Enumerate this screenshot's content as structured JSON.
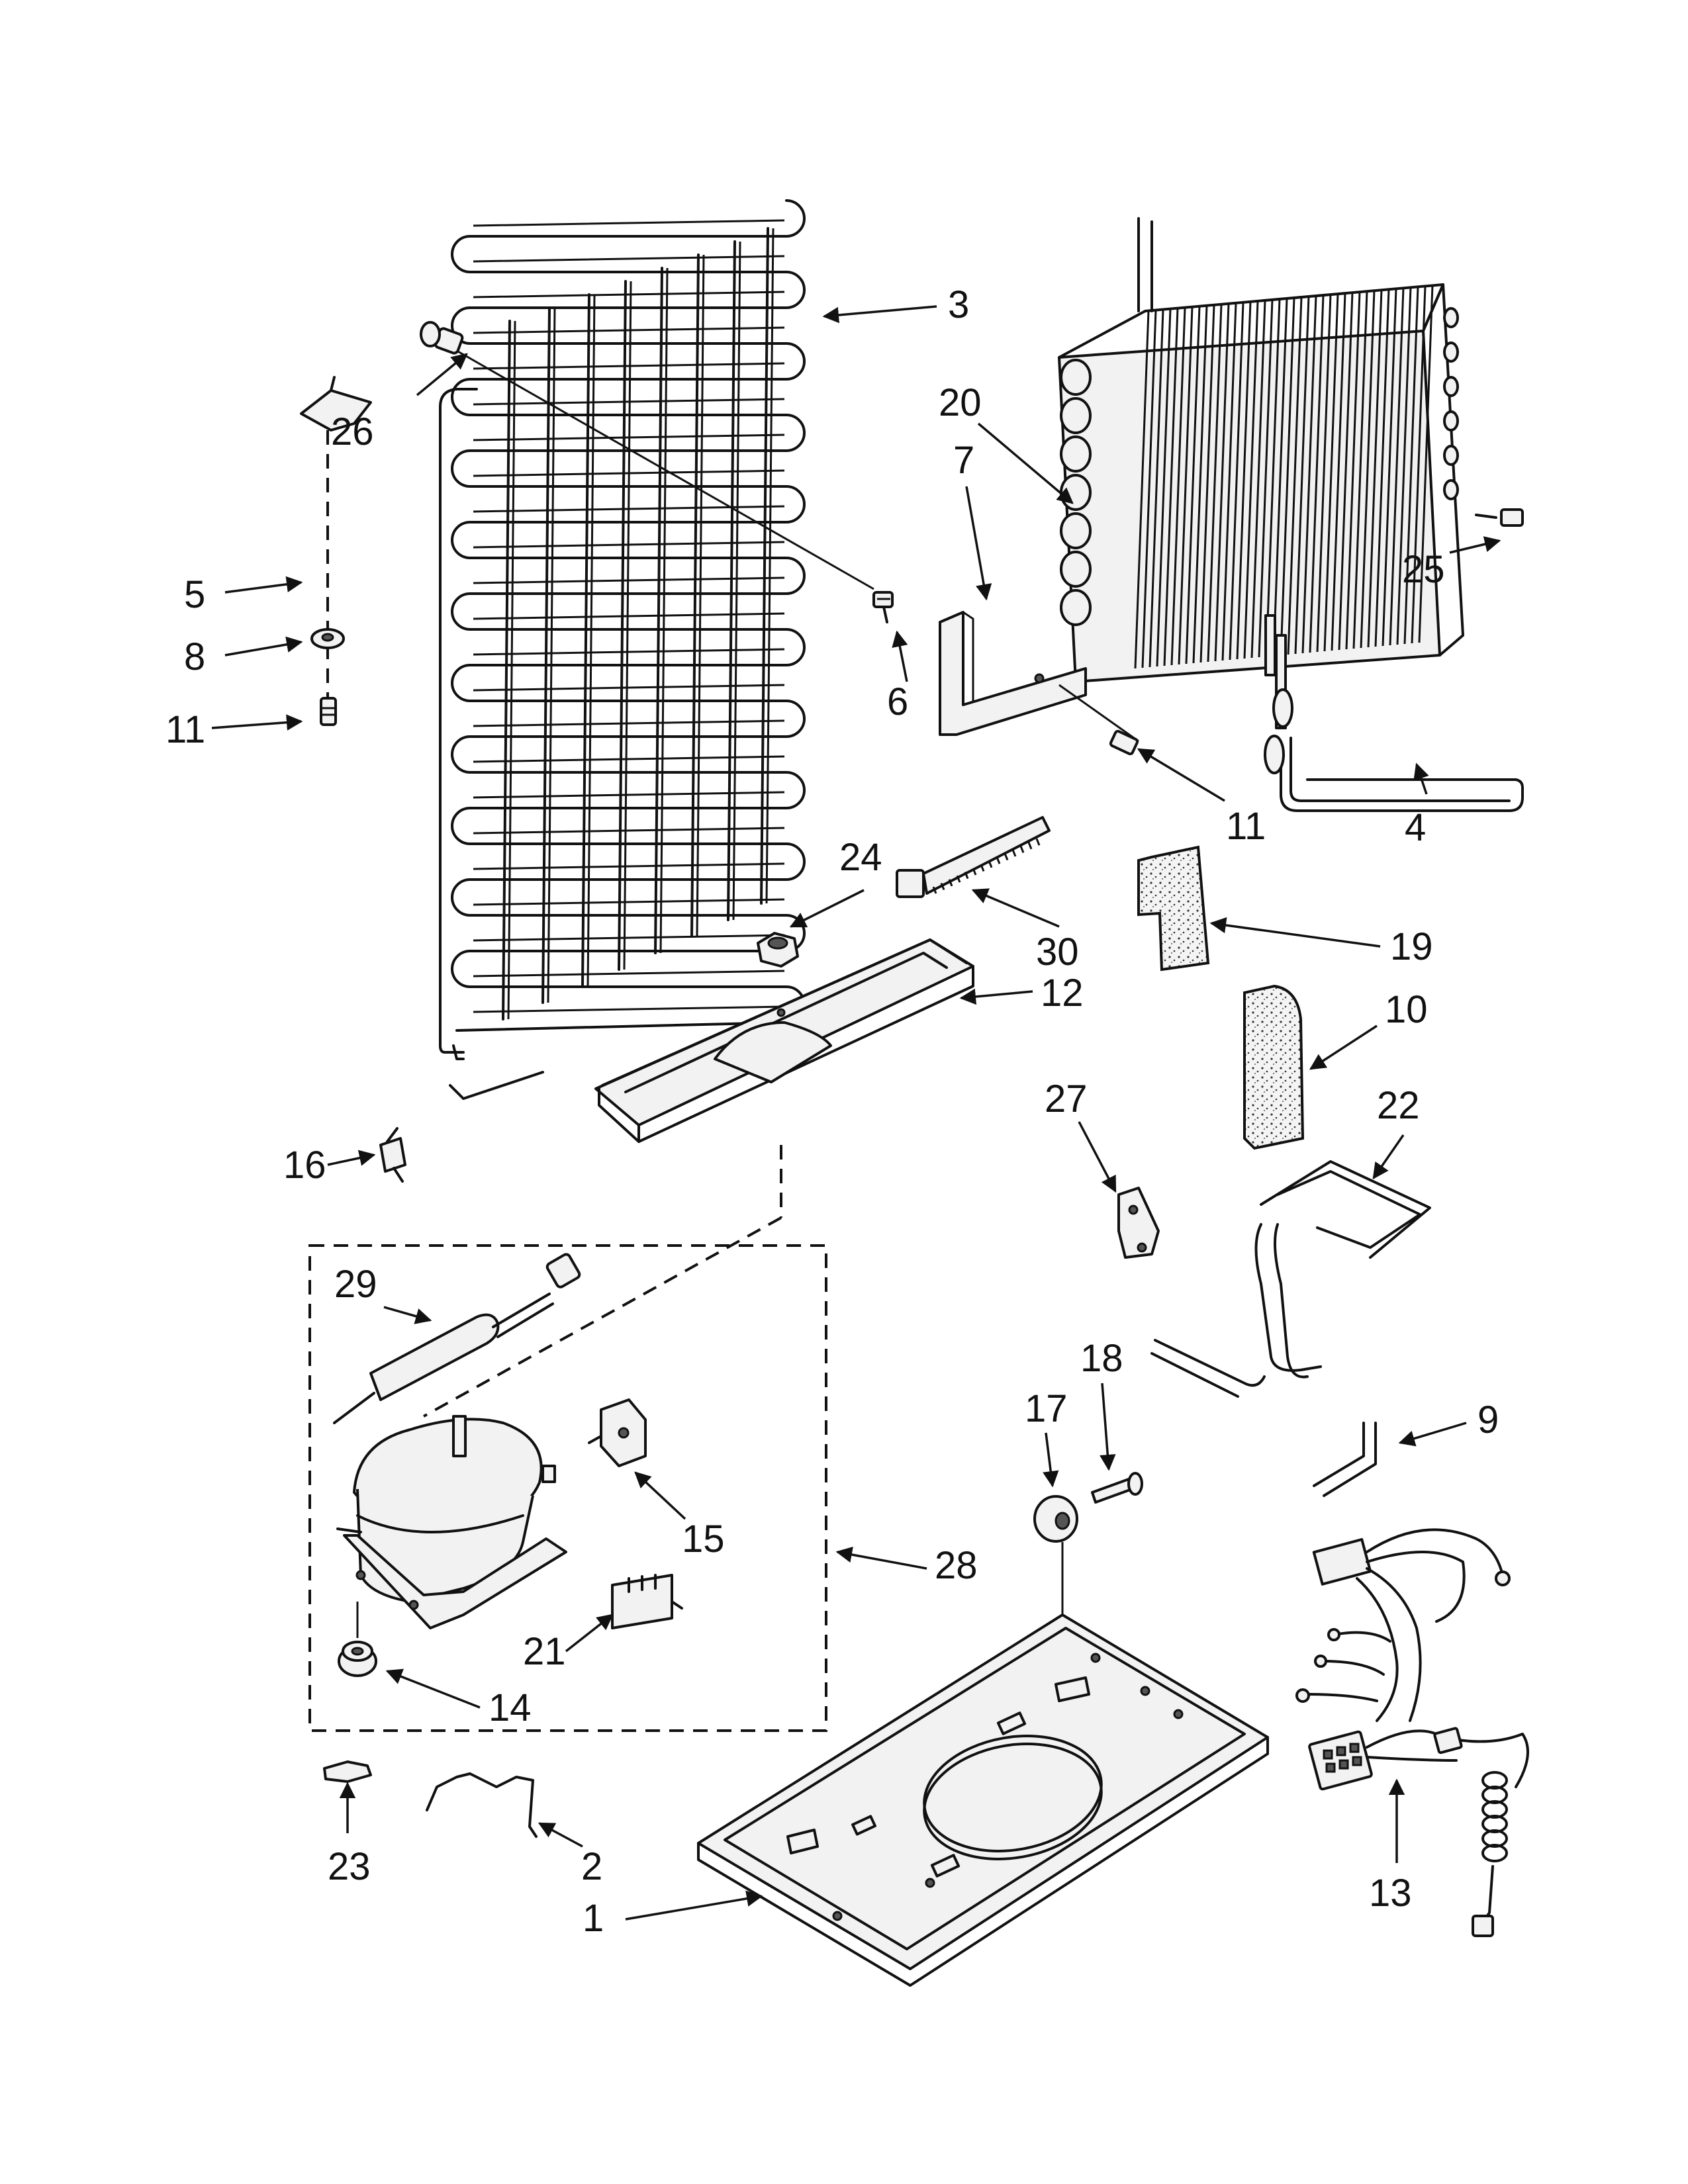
{
  "callouts": [
    {
      "id": "c1",
      "text": "1"
    },
    {
      "id": "c2",
      "text": "2"
    },
    {
      "id": "c3",
      "text": "3"
    },
    {
      "id": "c4",
      "text": "4"
    },
    {
      "id": "c5",
      "text": "5"
    },
    {
      "id": "c6",
      "text": "6"
    },
    {
      "id": "c7",
      "text": "7"
    },
    {
      "id": "c8",
      "text": "8"
    },
    {
      "id": "c9",
      "text": "9"
    },
    {
      "id": "c10",
      "text": "10"
    },
    {
      "id": "c11a",
      "text": "11"
    },
    {
      "id": "c11b",
      "text": "11"
    },
    {
      "id": "c12",
      "text": "12"
    },
    {
      "id": "c13",
      "text": "13"
    },
    {
      "id": "c14",
      "text": "14"
    },
    {
      "id": "c15",
      "text": "15"
    },
    {
      "id": "c16",
      "text": "16"
    },
    {
      "id": "c17",
      "text": "17"
    },
    {
      "id": "c18",
      "text": "18"
    },
    {
      "id": "c19",
      "text": "19"
    },
    {
      "id": "c20",
      "text": "20"
    },
    {
      "id": "c21",
      "text": "21"
    },
    {
      "id": "c22",
      "text": "22"
    },
    {
      "id": "c23",
      "text": "23"
    },
    {
      "id": "c24",
      "text": "24"
    },
    {
      "id": "c25",
      "text": "25"
    },
    {
      "id": "c26",
      "text": "26"
    },
    {
      "id": "c27",
      "text": "27"
    },
    {
      "id": "c28",
      "text": "28"
    },
    {
      "id": "c29",
      "text": "29"
    },
    {
      "id": "c30",
      "text": "30"
    }
  ]
}
